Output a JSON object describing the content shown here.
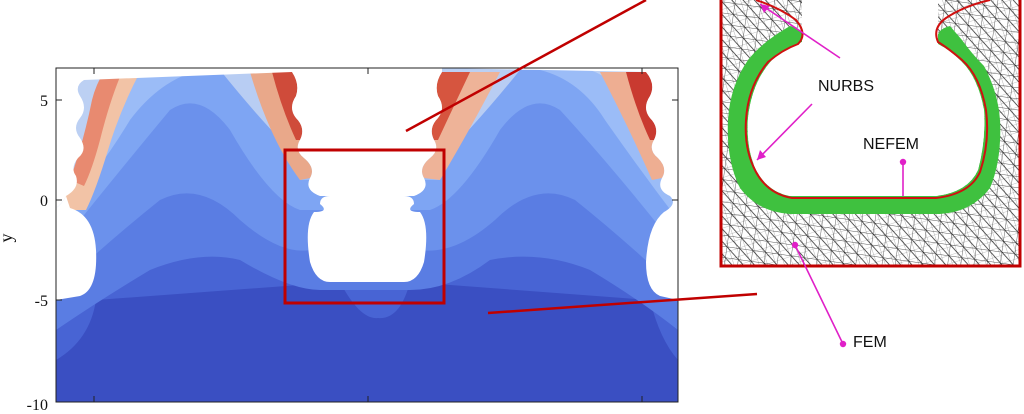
{
  "plot": {
    "ylabel": "y",
    "yticks": [
      {
        "value": 5,
        "label": "5"
      },
      {
        "value": 0,
        "label": "0"
      },
      {
        "value": -5,
        "label": "-5"
      },
      {
        "value": -10,
        "label": "-10"
      }
    ],
    "ylim": [
      -10,
      6.5
    ]
  },
  "inset": {
    "labels": {
      "nurbs": "NURBS",
      "nefem": "NEFEM",
      "fem": "FEM"
    }
  },
  "colors": {
    "frame": "#c00000",
    "leader": "#e020c8",
    "nefem_band": "#3fc13f",
    "nurbs_curve": "#d01010",
    "mesh": "#111111"
  }
}
